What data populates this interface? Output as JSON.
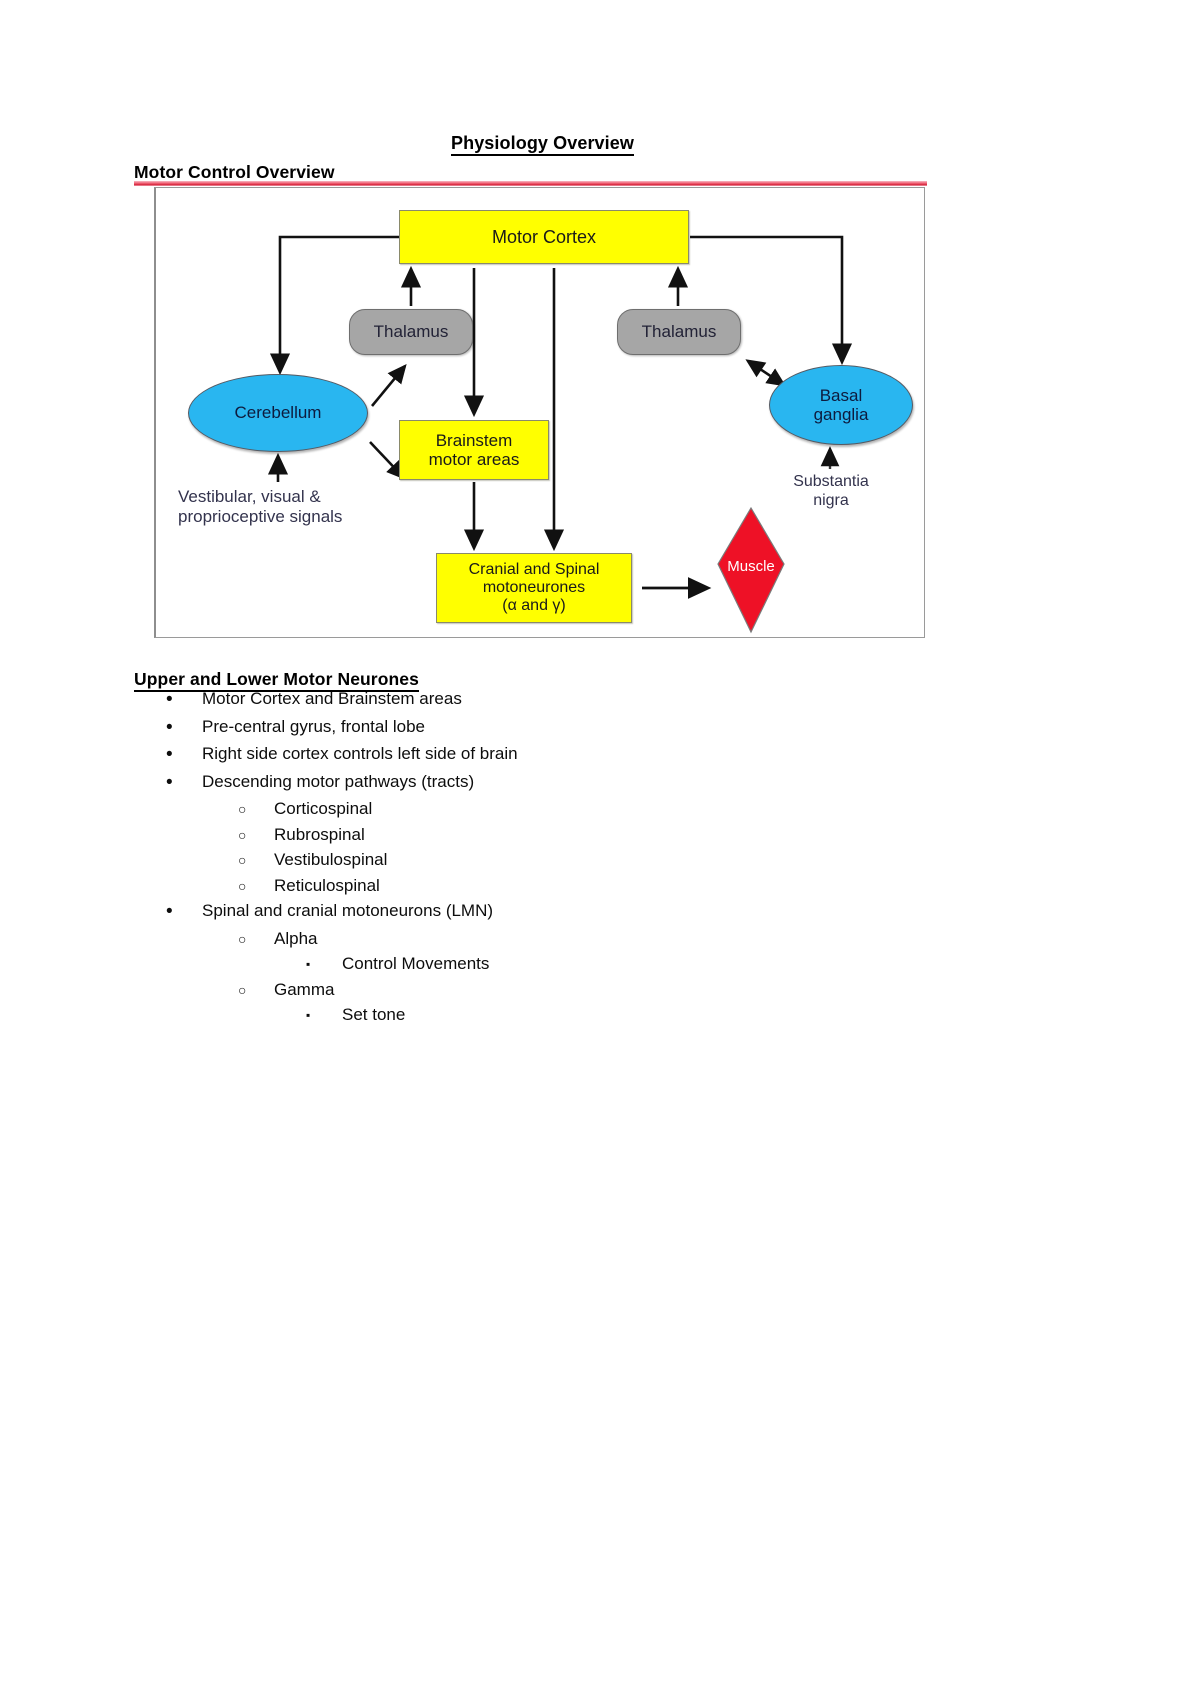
{
  "document": {
    "title": "Physiology Overview",
    "sections": [
      {
        "heading": "Motor Control Overview"
      },
      {
        "heading": "Upper and Lower Motor Neurones"
      }
    ]
  },
  "figure": {
    "caption_heading": "Motor Control Overview",
    "nodes": {
      "motor_cortex": "Motor Cortex",
      "thalamus_left": "Thalamus",
      "thalamus_right": "Thalamus",
      "cerebellum": "Cerebellum",
      "basal_ganglia_line1": "Basal",
      "basal_ganglia_line2": "ganglia",
      "brainstem_line1": "Brainstem",
      "brainstem_line2": "motor areas",
      "motoneurones_line1": "Cranial and Spinal",
      "motoneurones_line2": "motoneurones",
      "motoneurones_line3": "(α and γ)",
      "muscle": "Muscle"
    },
    "labels": {
      "sensory_signals_line1": "Vestibular, visual &",
      "sensory_signals_line2": "proprioceptive signals",
      "substantia_line1": "Substantia",
      "substantia_line2": "nigra"
    },
    "colors": {
      "yellow_node": "#ffff00",
      "blue_node": "#29b6f0",
      "grey_node": "#a6a6a6",
      "muscle_red": "#ee1126",
      "rule_red": "#d6293f"
    }
  },
  "outline": [
    {
      "level": 1,
      "marker": "•",
      "text": "Motor Cortex and Brainstem areas"
    },
    {
      "level": 1,
      "marker": "•",
      "text": "Pre-central gyrus, frontal lobe"
    },
    {
      "level": 1,
      "marker": "•",
      "text": "Right side cortex controls left side of brain"
    },
    {
      "level": 1,
      "marker": "•",
      "text": "Descending motor pathways (tracts)"
    },
    {
      "level": 2,
      "marker": "○",
      "text": "Corticospinal"
    },
    {
      "level": 2,
      "marker": "○",
      "text": "Rubrospinal"
    },
    {
      "level": 2,
      "marker": "○",
      "text": "Vestibulospinal"
    },
    {
      "level": 2,
      "marker": "○",
      "text": "Reticulospinal"
    },
    {
      "level": 1,
      "marker": "•",
      "text": "Spinal and cranial motoneurons (LMN)"
    },
    {
      "level": 2,
      "marker": "○",
      "text": "Alpha"
    },
    {
      "level": 3,
      "marker": "▪",
      "text": "Control Movements"
    },
    {
      "level": 2,
      "marker": "○",
      "text": "Gamma"
    },
    {
      "level": 3,
      "marker": "▪",
      "text": "Set tone"
    }
  ]
}
